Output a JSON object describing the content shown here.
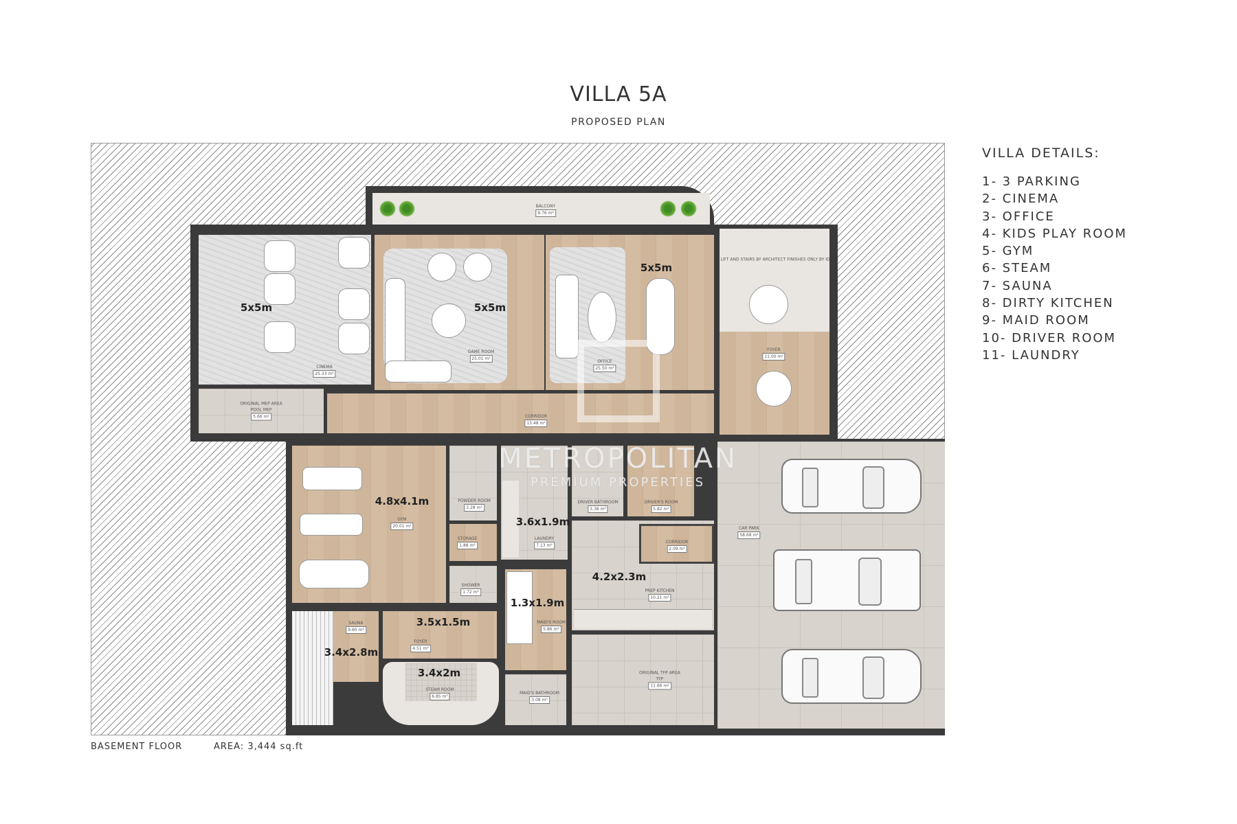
{
  "header": {
    "title": "VILLA 5A",
    "subtitle": "PROPOSED PLAN"
  },
  "villa_details": {
    "heading": "VILLA DETAILS:",
    "items": [
      "1- 3 PARKING",
      "2- CINEMA",
      "3- OFFICE",
      "4- KIDS PLAY ROOM",
      "5- GYM",
      "6- STEAM",
      "7- SAUNA",
      "8- DIRTY KITCHEN",
      "9- MAID ROOM",
      "10- DRIVER ROOM",
      "11- LAUNDRY"
    ]
  },
  "footer": {
    "floor": "BASEMENT FLOOR",
    "area": "AREA: 3,444 sq.ft"
  },
  "watermark": {
    "line1": "METROPOLITAN",
    "line2": "PREMIUM PROPERTIES"
  },
  "rooms": {
    "cinema": {
      "dim": "5x5m",
      "name": "CINEMA",
      "area": "25.33 m²"
    },
    "game": {
      "dim": "5x5m",
      "name": "GAME ROOM",
      "area": "25.01 m²"
    },
    "office": {
      "dim": "5x5m",
      "name": "OFFICE",
      "area": "25.50 m²"
    },
    "balcony": {
      "name": "BALCONY",
      "area": "9.76 m²"
    },
    "lift": {
      "name": "LIFT AND STAIRS BY ARCHITECT FINISHES ONLY BY ID"
    },
    "lobby": {
      "name": "FOYER",
      "area": "11.00 m²"
    },
    "pool_mep": {
      "name": "POOL MEP",
      "area": "5.66 m²",
      "note": "ORIGINAL MEP AREA"
    },
    "corridor": {
      "name": "CORRIDOR",
      "area": "13.48 m²"
    },
    "gym": {
      "dim": "4.8x4.1m",
      "name": "GYM",
      "area": "20.01 m²"
    },
    "powder": {
      "name": "POWDER ROOM",
      "area": "3.28 m²"
    },
    "storage": {
      "name": "STORAGE",
      "area": "1.88 m²"
    },
    "shower": {
      "name": "SHOWER",
      "area": "1.72 m²"
    },
    "laundry": {
      "dim": "3.6x1.9m",
      "name": "LAUNDRY",
      "area": "7.13 m²"
    },
    "driver_bath": {
      "name": "DRIVER BATHROOM",
      "area": "3.38 m²"
    },
    "driver_room": {
      "name": "DRIVER'S ROOM",
      "area": "5.82 m²"
    },
    "corridor2": {
      "name": "CORRIDOR",
      "area": "2.09 m²"
    },
    "prep_kitchen": {
      "dim": "4.2x2.3m",
      "name": "PREP KITCHEN",
      "area": "10.21 m²"
    },
    "maid_room": {
      "dim": "1.3x1.9m",
      "name": "MAID'S ROOM",
      "area": "5.86 m²"
    },
    "tfp": {
      "name": "TFP",
      "area": "11.66 m²",
      "note": "ORIGINAL TFP AREA"
    },
    "sauna": {
      "dim": "3.4x2.8m",
      "name": "SAUNA",
      "area": "9.60 m²"
    },
    "foyer": {
      "dim": "3.5x1.5m",
      "name": "FOYER",
      "area": "4.51 m²"
    },
    "steam": {
      "dim": "3.4x2m",
      "name": "STEAM ROOM",
      "area": "6.85 m²"
    },
    "maid_bath": {
      "name": "MAID'S BATHROOM",
      "area": "3.08 m²"
    },
    "car_park": {
      "name": "CAR PARK",
      "area": "58.68 m²"
    }
  },
  "colors": {
    "wall": "#3b3b3b",
    "wood": "#cfb69b",
    "tile": "#d8d3cc",
    "carpet": "#e2e2e2"
  }
}
